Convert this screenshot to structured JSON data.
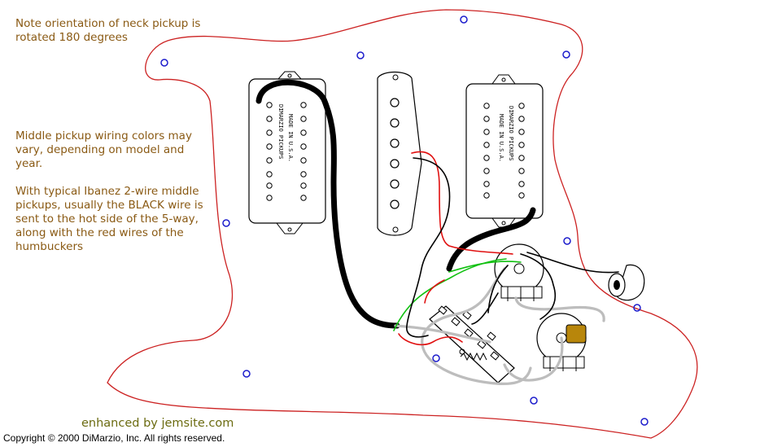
{
  "notes": {
    "neck_orientation": "Note orientation of neck pickup is rotated 180 degrees",
    "middle_colors": "Middle pickup wiring colors may vary, depending on model and year.",
    "ibanez_2wire": "With typical Ibanez 2-wire middle pickups, usually the BLACK wire is sent to the hot side of the 5-way, along with the red wires of the humbuckers"
  },
  "pickups": {
    "neck": {
      "label_line1": "DIMARZIO PICKUPS",
      "label_line2": "MADE IN U.S.A."
    },
    "bridge": {
      "label_line1": "DIMARZIO PICKUPS",
      "label_line2": "MADE IN U.S.A."
    }
  },
  "footer": {
    "credit": "enhanced by jemsite.com",
    "copyright": "Copyright © 2000 DiMarzio, Inc.  All rights reserved."
  },
  "colors": {
    "pickguard_outline": "#cc2222",
    "screw_holes": "#1c1ccc",
    "wire_black": "#000000",
    "wire_red": "#e01010",
    "wire_green": "#10c010",
    "wire_white": "#bdbdbd",
    "capacitor": "#b8860b",
    "note_text": "#8a5a14",
    "credit_text": "#6b6b10"
  }
}
